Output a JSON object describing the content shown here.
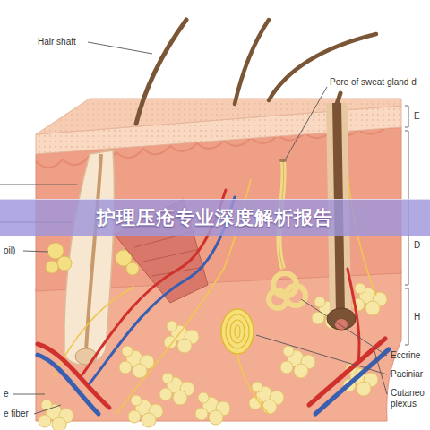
{
  "diagram": {
    "title": "护理压疮专业深度解析报告",
    "labels": [
      "Hair shaft",
      "Pore of sweat gland d",
      "E",
      "D",
      "oil)",
      "H",
      "Eccrine",
      "Paciniar",
      "Cutaneo plexus",
      "e",
      "e fiber"
    ]
  }
}
